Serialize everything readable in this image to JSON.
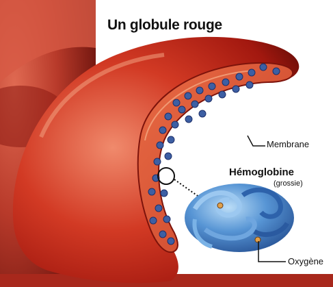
{
  "title": "Un globule rouge",
  "labels": {
    "membrane": "Membrane",
    "hemoglobine": "Hémoglobine",
    "grossie": "(grossie)",
    "oxygene": "Oxygène"
  },
  "colors": {
    "cell_red": "#c02418",
    "cell_dark": "#7a0f0a",
    "cell_highlight": "#ef7a5e",
    "cut_surface": "#d8522f",
    "hemoglobin_blue": "#3b78c4",
    "hemoglobin_light": "#9cc8f0",
    "background_red": "#b83a2a",
    "label_text": "#111111"
  }
}
